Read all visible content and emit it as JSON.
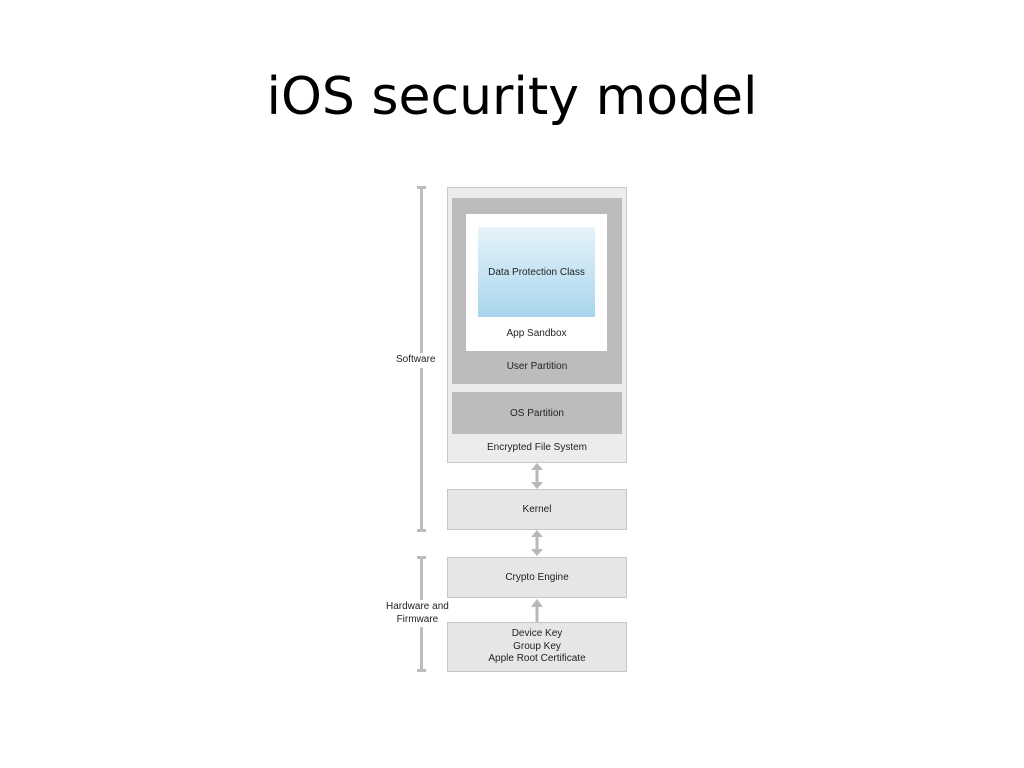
{
  "slide": {
    "title": "iOS security model"
  },
  "diagram": {
    "side_labels": {
      "software": "Software",
      "hardware_line1": "Hardware and",
      "hardware_line2": "Firmware"
    },
    "boxes": {
      "data_protection_class": "Data Protection Class",
      "app_sandbox": "App Sandbox",
      "user_partition": "User Partition",
      "os_partition": "OS Partition",
      "encrypted_file_system": "Encrypted File System",
      "kernel": "Kernel",
      "crypto_engine": "Crypto Engine",
      "keys": [
        "Device Key",
        "Group Key",
        "Apple Root Certificate"
      ]
    },
    "colors": {
      "partition_gray": "#bcbcbe",
      "panel_light": "#e6e6e6",
      "bracket_gray": "#bdbdbd",
      "blue_gradient_top": "#e6f3fa",
      "blue_gradient_bottom": "#a8d6ed"
    }
  }
}
